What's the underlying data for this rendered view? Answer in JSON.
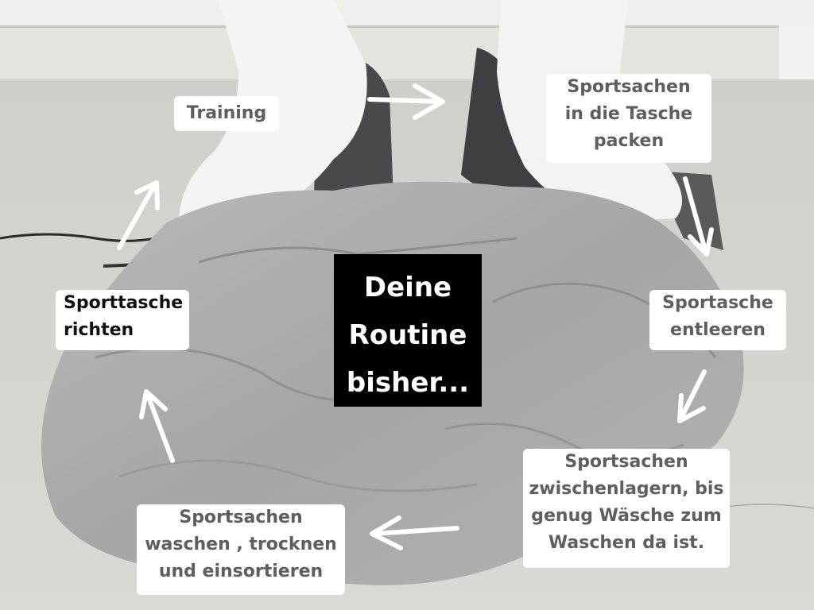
{
  "headline": "Deine\nRoutine\nbisher...",
  "steps": {
    "training": "Training",
    "pack": "Sportsachen\nin die Tasche\npacken",
    "empty": "Sportasche\nentleeren",
    "store": "Sportsachen\nzwischenlagern, bis\ngenug Wäsche zum\nWaschen da ist.",
    "wash": "Sportsachen\nwaschen , trocknen\nund einsortieren",
    "prepare": "Sporttasche\n richten"
  },
  "colors": {
    "label_bg": "#ffffff",
    "label_text": "#5e5e5e",
    "headline_bg": "#000000",
    "headline_text": "#ffffff"
  }
}
